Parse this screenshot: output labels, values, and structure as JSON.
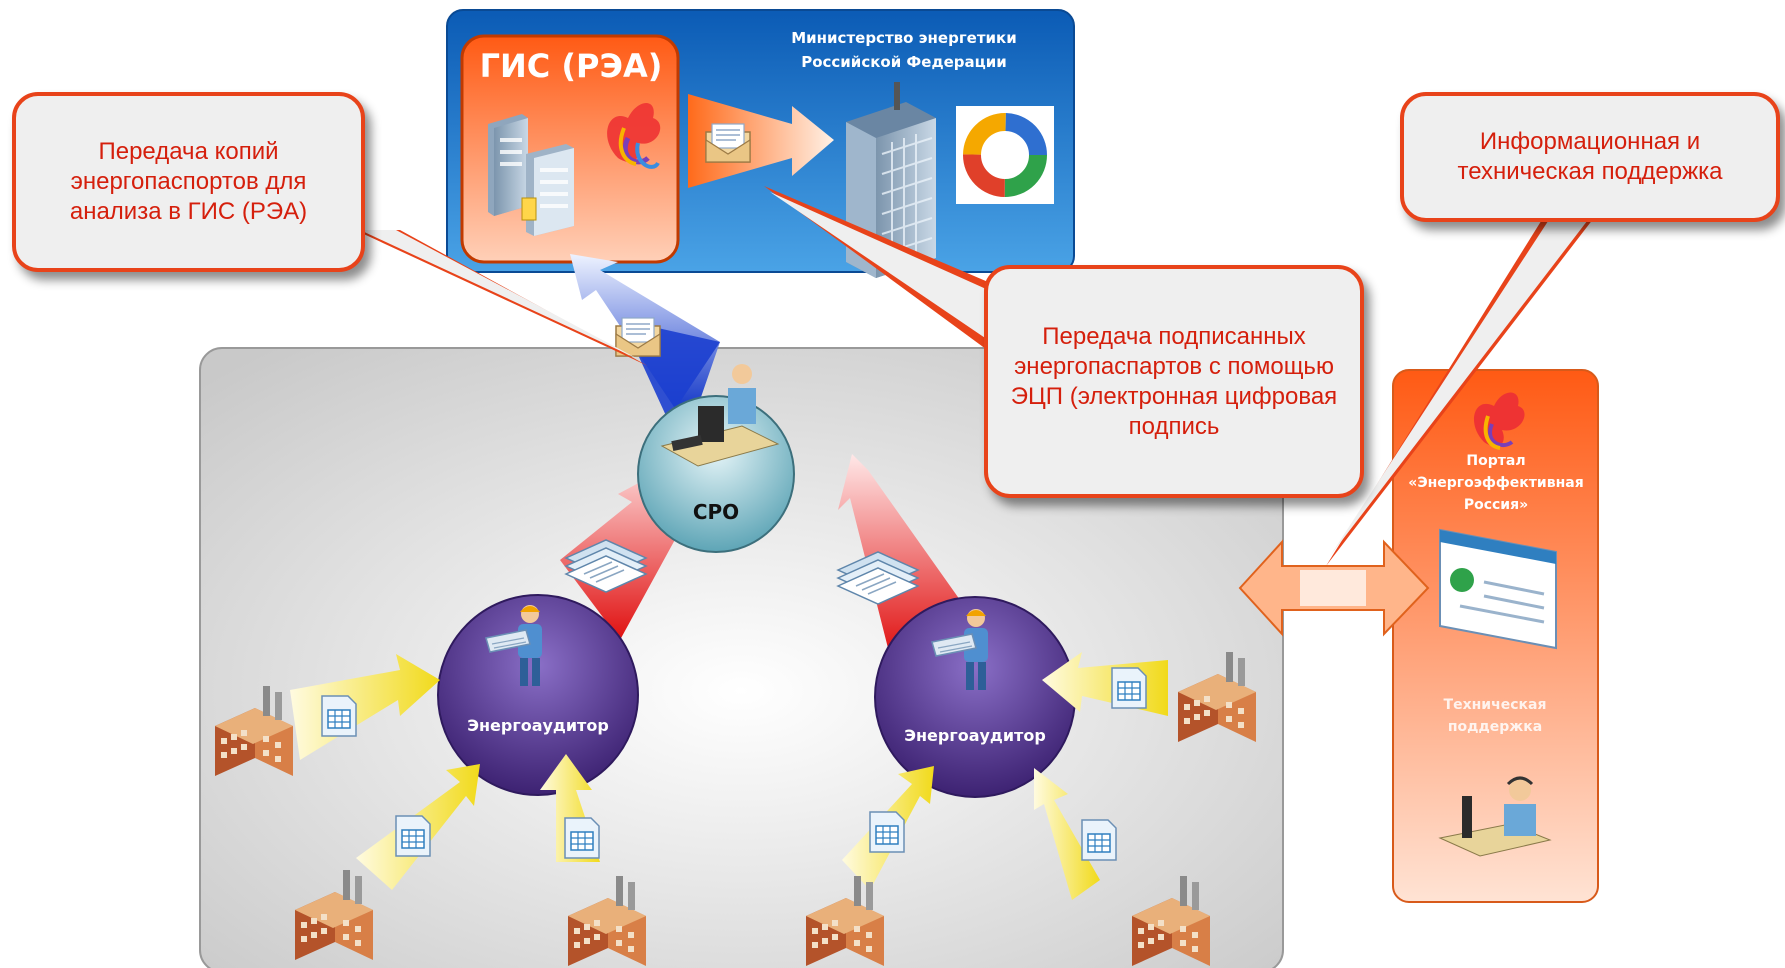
{
  "top_panel": {
    "gis_title": "ГИС (РЭА)",
    "ministry_title": "Министерство энергетики Российской Федерации"
  },
  "callouts": {
    "left": "Передача копий энергопаспортов для анализа в ГИС (РЭА)",
    "middle": "Передача подписанных энергопаспартов с помощью ЭЦП (электронная цифровая подпись",
    "right": "Информационная и техническая поддержка"
  },
  "center": {
    "sro_label": "СРО",
    "auditor_left_label": "Энергоаудитор",
    "auditor_right_label": "Энергоаудитор"
  },
  "portal": {
    "title": "Портал «Энергоэффективная Россия»",
    "support_label": "Техническая поддержка"
  },
  "colors": {
    "callout_border": "#e8431a",
    "callout_text": "#d51f0c",
    "blue_panel": "#1f7fd6",
    "orange_panel": "#f06a28",
    "purple_node": "#5b3a98",
    "teal_node": "#8fc7d3",
    "yellow_arrow": "#f4e23b"
  },
  "icons": [
    "server-icon",
    "bird-logo-icon",
    "envelope-icon",
    "building-icon",
    "ring-logo-icon",
    "operator-icon",
    "documents-icon",
    "spreadsheet-icon",
    "factory-icon",
    "engineer-icon",
    "browser-icon",
    "support-agent-icon"
  ]
}
